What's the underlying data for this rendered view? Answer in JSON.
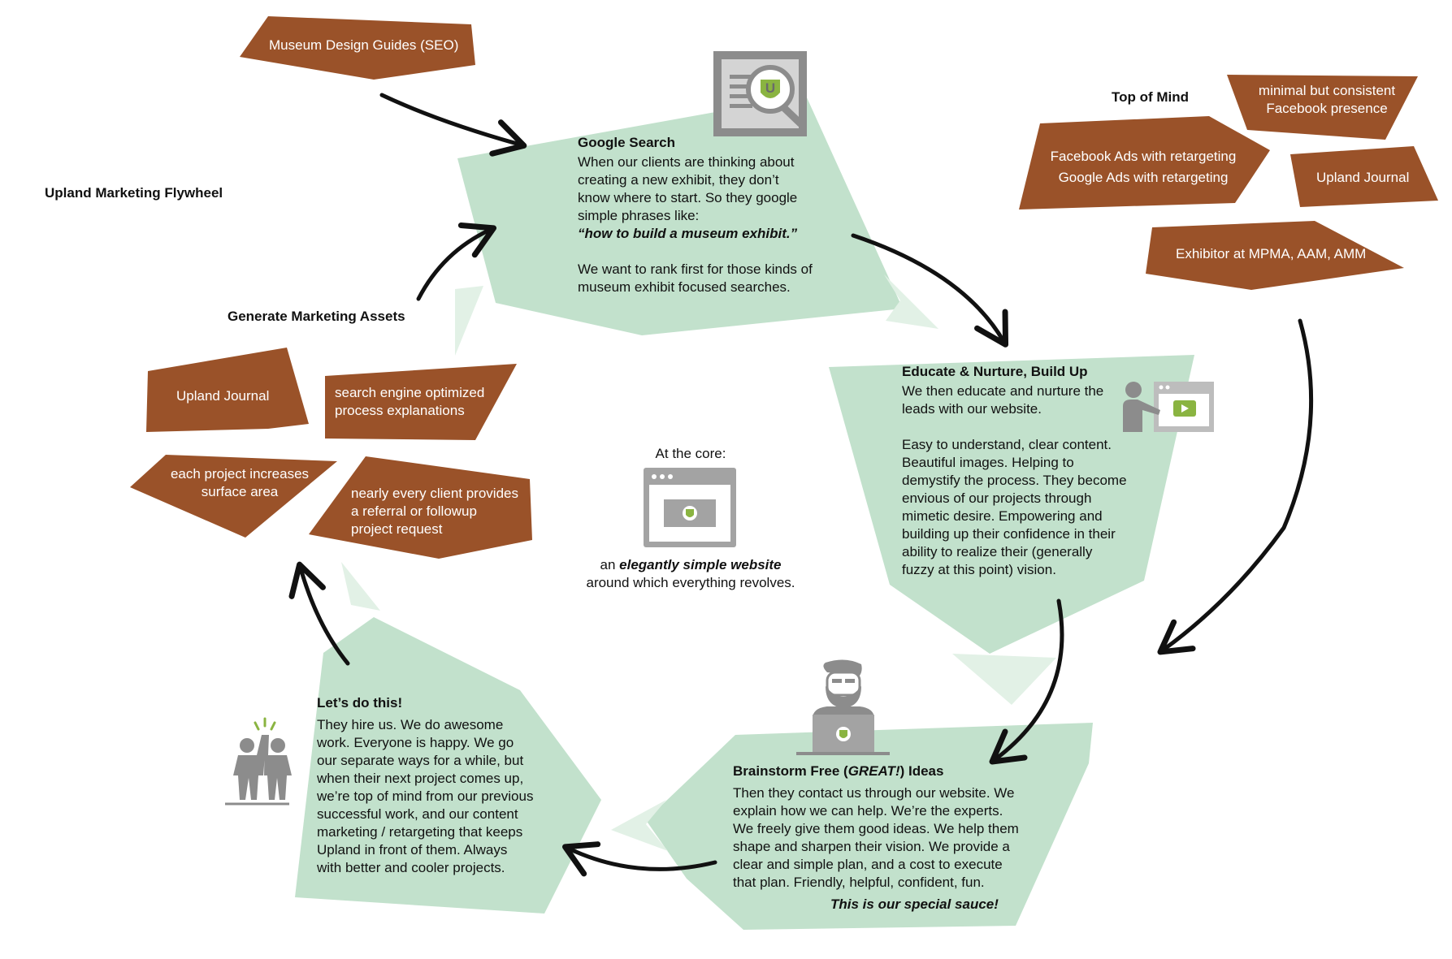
{
  "diagram": {
    "title": "Upland Marketing Flywheel",
    "colors": {
      "panel": "#c2e1cc",
      "panel_light": "#e2f1e6",
      "tag": "#9a5229",
      "icon_gray": "#8c8c8c",
      "icon_green": "#8ab441",
      "arrow": "#111111"
    },
    "stages": {
      "google_search": {
        "title": "Google Search",
        "body": "When our clients are thinking about\ncreating a new exhibit, they don’t\nknow where to start. So they google\nsimple phrases like:",
        "quote": "“how to build a museum exhibit.”",
        "body2": "We want to rank first for those kinds of\nmuseum exhibit focused searches.",
        "icon": "search-document-icon"
      },
      "educate": {
        "title": "Educate & Nurture, Build Up",
        "body": "We then educate and nurture the\nleads with our website.",
        "body2": "Easy to understand, clear content.\nBeautiful images. Helping to\ndemystify the process. They become\nenvious of our projects through\nmimetic desire. Empowering and\nbuilding up their confidence in their\nability to realize their (generally\nfuzzy at this point) vision.",
        "icon": "presenter-video-icon"
      },
      "brainstorm": {
        "title_before": "Brainstorm Free (",
        "title_em": "GREAT!",
        "title_after": ") Ideas",
        "body": "Then they contact us through our website. We\nexplain how we can help. We’re the experts.\nWe freely give them good ideas. We help them\nshape and sharpen their vision. We provide a\nclear and simple plan, and a cost to execute\nthat plan. Friendly, helpful, confident, fun.",
        "tagline": "This is our special sauce!",
        "icon": "bearded-man-laptop-icon"
      },
      "lets_do_this": {
        "title": "Let’s do this!",
        "body": "They hire us. We do awesome\nwork. Everyone is happy. We go\nour separate ways for a while, but\nwhen their next project comes up,\nwe’re top of mind from our previous\nsuccessful work, and our content\nmarketing / retargeting that keeps\nUpland in front of them. Always\nwith better and cooler projects.",
        "icon": "high-five-icon"
      }
    },
    "core": {
      "label": "At the core:",
      "desc_em": "elegantly simple website",
      "desc_pre": "an ",
      "desc_line2": "around which everything revolves.",
      "icon": "website-window-icon"
    },
    "generate_assets": {
      "label": "Generate Marketing Assets",
      "tags": [
        "Upland Journal",
        "search engine optimized\nprocess explanations",
        "each project increases\nsurface area",
        "nearly every client provides\na referral or followup\nproject request"
      ]
    },
    "seo_tag": "Museum Design Guides (SEO)",
    "top_of_mind": {
      "label": "Top of Mind",
      "tags": [
        "minimal but consistent\nFacebook presence",
        "Facebook Ads with retargeting\nGoogle Ads with retargeting",
        "Upland Journal",
        "Exhibitor at MPMA, AAM, AMM"
      ]
    }
  }
}
